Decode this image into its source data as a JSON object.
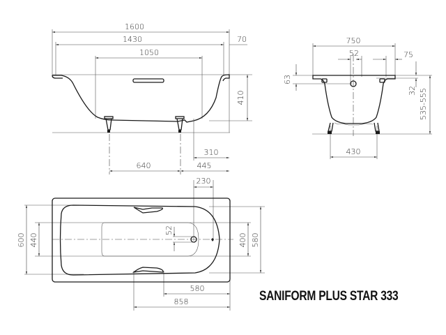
{
  "title": "SANIFORM PLUS STAR 333",
  "colors": {
    "line": "#1a1a1a",
    "dimension": "#444444",
    "background": "#ffffff"
  },
  "side_view": {
    "dimensions": {
      "overall_length": "1600",
      "inner_length": "1430",
      "bottom_length": "1050",
      "rim_width": "70",
      "depth": "410",
      "drain_offset": "310",
      "leg_spacing": "640",
      "leg_to_end": "445"
    }
  },
  "end_view": {
    "dimensions": {
      "overall_width": "750",
      "overflow_diameter": "52",
      "rim_width": "75",
      "overflow_height": "63",
      "rim_height": "32",
      "total_height": "535-555",
      "leg_spacing": "430"
    }
  },
  "top_view": {
    "dimensions": {
      "drain_to_end": "230",
      "overflow_diameter": "52",
      "outer_width": "600",
      "bottom_width": "440",
      "inner_bottom_width": "400",
      "inner_width": "580",
      "handle_to_end": "580",
      "handle_start_to_end": "858"
    }
  }
}
